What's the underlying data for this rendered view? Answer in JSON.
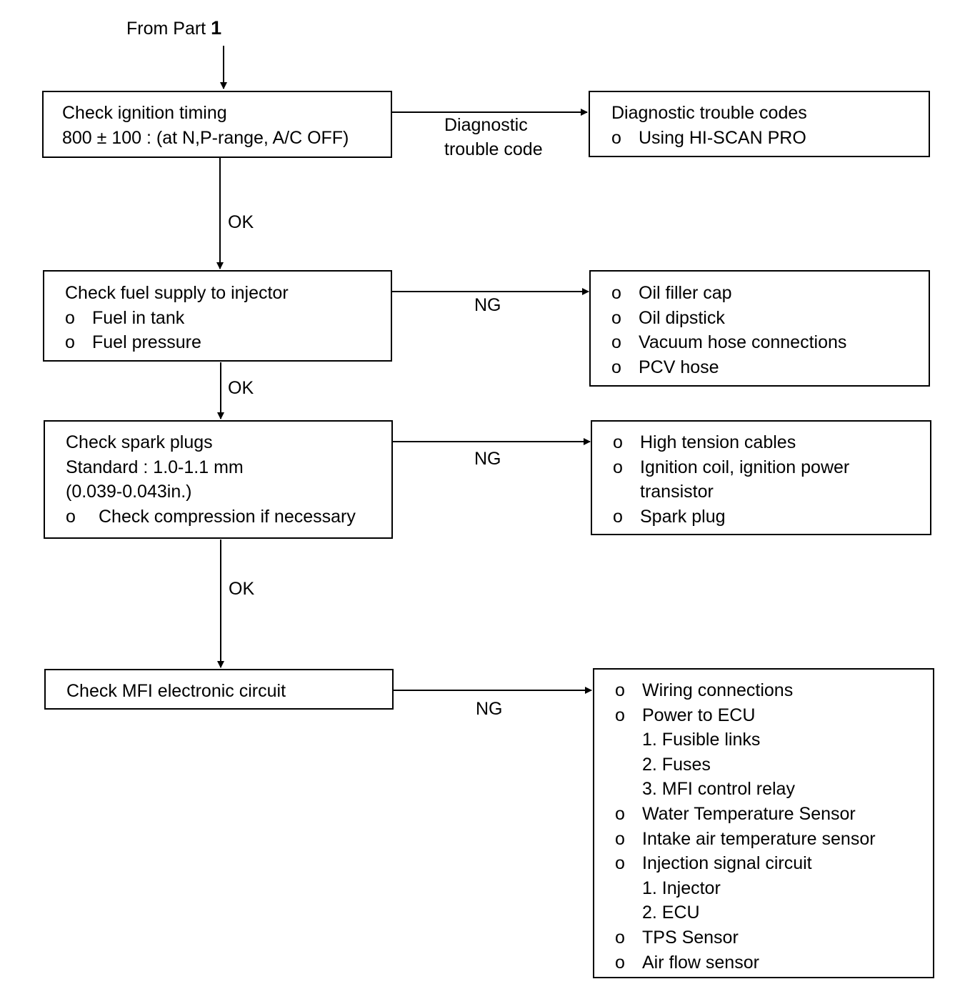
{
  "from_part": {
    "text": "From Part",
    "number": "1"
  },
  "step1": {
    "title": "Check ignition timing",
    "detail": "800 ± 100 : (at N,P-range, A/C OFF)",
    "branch_label_line1": "Diagnostic",
    "branch_label_line2": "trouble code",
    "result": {
      "title": "Diagnostic trouble codes",
      "items": [
        "Using HI-SCAN PRO"
      ]
    },
    "ok_label": "OK"
  },
  "step2": {
    "title": "Check fuel supply to injector",
    "items": [
      "Fuel in tank",
      "Fuel pressure"
    ],
    "branch_label": "NG",
    "result": {
      "items": [
        "Oil filler cap",
        "Oil dipstick",
        "Vacuum hose connections",
        "PCV hose"
      ]
    },
    "ok_label": "OK"
  },
  "step3": {
    "title": "Check spark plugs",
    "standard": "Standard : 1.0-1.1 mm",
    "standard_in": "(0.039-0.043in.)",
    "items": [
      "Check compression if necessary"
    ],
    "branch_label": "NG",
    "result": {
      "items": [
        "High tension cables",
        "Ignition coil, ignition power",
        "transistor",
        "Spark plug"
      ]
    },
    "ok_label": "OK"
  },
  "step4": {
    "title": "Check MFI electronic circuit",
    "branch_label": "NG",
    "result": {
      "items": [
        "Wiring connections",
        "Power to ECU",
        "1.  Fusible links",
        "2.  Fuses",
        "3.  MFI control relay",
        "Water Temperature Sensor",
        "Intake air temperature sensor",
        "Injection signal circuit",
        "1.  Injector",
        "2.  ECU",
        "TPS Sensor",
        "Air flow sensor"
      ]
    }
  },
  "bullet": "o"
}
